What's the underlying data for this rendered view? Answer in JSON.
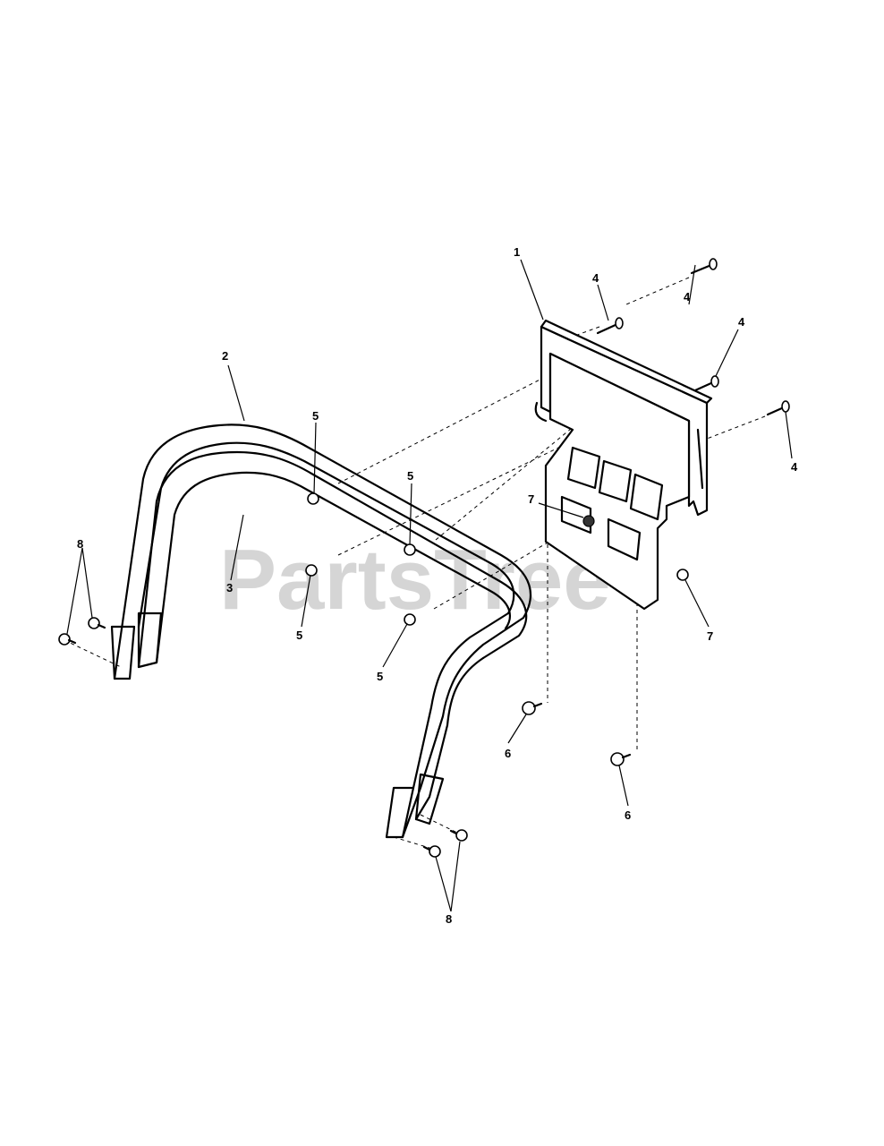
{
  "watermark": "PartsTree",
  "callouts": {
    "c1": "1",
    "c2": "2",
    "c3": "3",
    "c4a": "4",
    "c4b": "4",
    "c4c": "4",
    "c4d": "4",
    "c5a": "5",
    "c5b": "5",
    "c5c": "5",
    "c5d": "5",
    "c6a": "6",
    "c6b": "6",
    "c7a": "7",
    "c7b": "7",
    "c8a": "8",
    "c8b": "8"
  }
}
